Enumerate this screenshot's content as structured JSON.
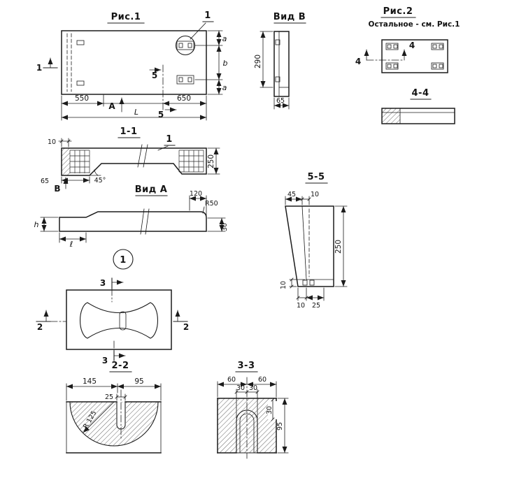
{
  "page": {
    "bg": "#ffffff",
    "ink": "#1b1b1b"
  },
  "fig1": {
    "title": "Рис.1",
    "callout_label": "1",
    "section1_label": "1",
    "section5_top_label": "5",
    "section5_bottom_label": "5",
    "view_a_arrow_label": "А",
    "dim_left": "550",
    "dim_right": "650",
    "dim_total": "L",
    "dim_edge_top": "a",
    "dim_mid": "b",
    "dim_edge_bottom": "a"
  },
  "view_b": {
    "title": "Вид В",
    "dim_height": "290",
    "dim_width": "65"
  },
  "fig2": {
    "title": "Рис.2",
    "note": "Остальное - см. Рис.1",
    "section4_left_label": "4",
    "section4_right_label": "4"
  },
  "sec44": {
    "title": "4-4"
  },
  "sec11": {
    "title": "1-1",
    "callout_label": "1",
    "dim_cover": "10",
    "dim_end": "65",
    "view_b_arrow_label": "В",
    "angle": "45°",
    "dim_thickness": "250"
  },
  "view_a": {
    "title": "Вид А",
    "dim_h": "h",
    "dim_l": "ℓ",
    "dim_nose": "120",
    "radius": "R50",
    "dim_tip": "30"
  },
  "detail_callout": {
    "label": "1"
  },
  "detail_plan": {
    "section3_top_label": "3",
    "section3_bottom_label": "3",
    "section2_left_label": "2",
    "section2_right_label": "2"
  },
  "sec55": {
    "title": "5-5",
    "dim_top_a": "45",
    "dim_top_b": "10",
    "dim_height": "250",
    "dim_ledge": "10",
    "dim_bot_a": "10",
    "dim_bot_b": "25"
  },
  "sec22": {
    "title": "2-2",
    "dim_left": "145",
    "dim_right": "95",
    "dim_slot": "25",
    "radius": "R 125"
  },
  "sec33": {
    "title": "3-3",
    "dim_top_left": "60",
    "dim_top_right": "60",
    "dim_mid_left": "30",
    "dim_mid_right": "30",
    "dim_arch": "30",
    "dim_height": "95"
  }
}
